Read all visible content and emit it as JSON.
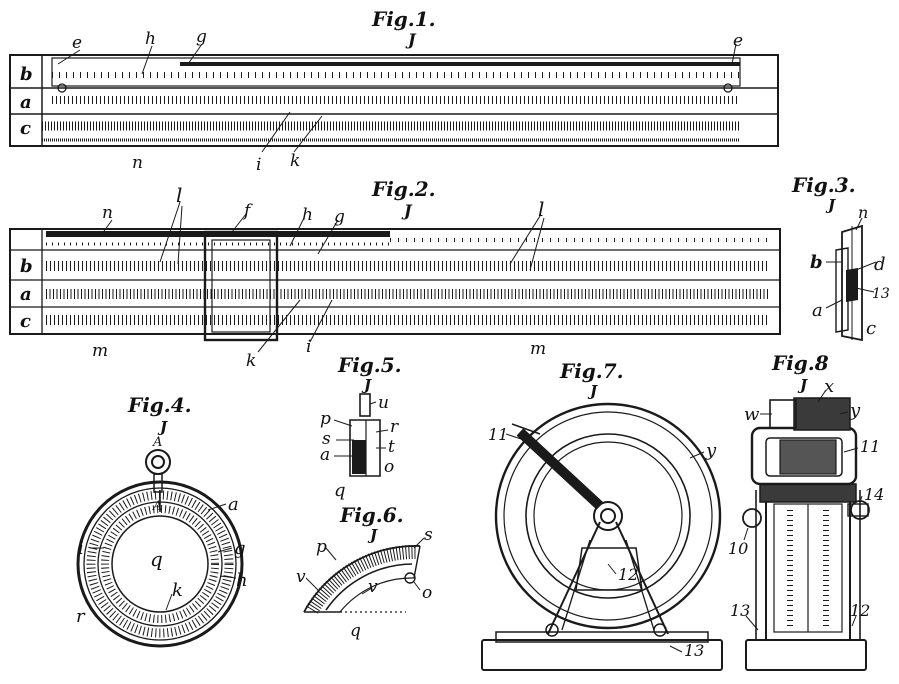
{
  "figures": {
    "fig1": "Fig.1.",
    "fig2": "Fig.2.",
    "fig3": "Fig.3.",
    "fig4": "Fig.4.",
    "fig5": "Fig.5.",
    "fig6": "Fig.6.",
    "fig7": "Fig.7.",
    "fig8": "Fig.8"
  },
  "labels": {
    "fig1": {
      "e_left": "e",
      "h": "h",
      "g": "g",
      "e_right": "e",
      "b": "b",
      "a": "a",
      "c": "c",
      "n": "n",
      "i": "i",
      "k": "k"
    },
    "fig2": {
      "n": "n",
      "l_left": "l",
      "f": "f",
      "h": "h",
      "g": "g",
      "l_right": "l",
      "b": "b",
      "a": "a",
      "c": "c",
      "m_left": "m",
      "k": "k",
      "i": "i",
      "m_right": "m"
    },
    "fig3": {
      "n": "n",
      "b": "b",
      "d": "d",
      "num": "13",
      "a": "a",
      "c": "c"
    },
    "fig4": {
      "A_top": "A",
      "A_bottom": "A",
      "a": "a",
      "i": "i",
      "g": "g",
      "q": "q",
      "h": "h",
      "k": "k",
      "r": "r"
    },
    "fig5": {
      "u": "u",
      "p": "p",
      "r": "r",
      "s": "s",
      "t": "t",
      "a": "a",
      "o": "o",
      "q": "q"
    },
    "fig6": {
      "s": "s",
      "p": "p",
      "v_left": "v",
      "v_mid": "v",
      "o": "o",
      "q": "q"
    },
    "fig7": {
      "n11": "11",
      "y": "y",
      "n12": "12",
      "n13": "13"
    },
    "fig8": {
      "x": "x",
      "w": "w",
      "y": "y",
      "n11": "11",
      "n14": "14",
      "n10": "10",
      "n13": "13",
      "n12": "12"
    }
  }
}
